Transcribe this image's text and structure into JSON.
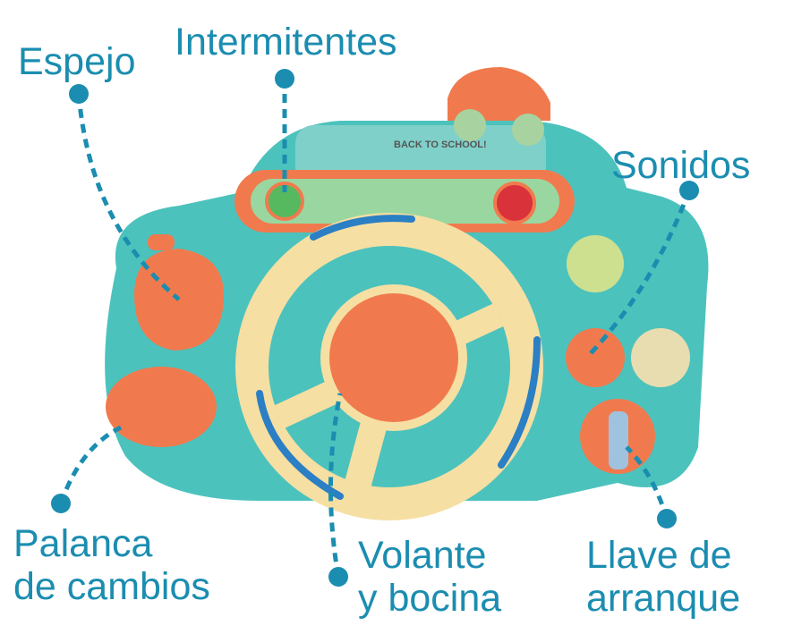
{
  "labels": {
    "mirror": "Espejo",
    "indicators": "Intermitentes",
    "sounds": "Sonidos",
    "gear_lever_line1": "Palanca",
    "gear_lever_line2": "de cambios",
    "wheel_line1": "Volante",
    "wheel_line2": "y bocina",
    "key_line1": "Llave de",
    "key_line2": "arranque"
  },
  "toy_text": {
    "sign": "BACK TO SCHOOL!"
  },
  "colors": {
    "label": "#1b8db0",
    "body": "#4cc2bd",
    "orange": "#f07a4e",
    "wheel": "#f6dfa3",
    "blue_stripe": "#2b7fc4"
  }
}
